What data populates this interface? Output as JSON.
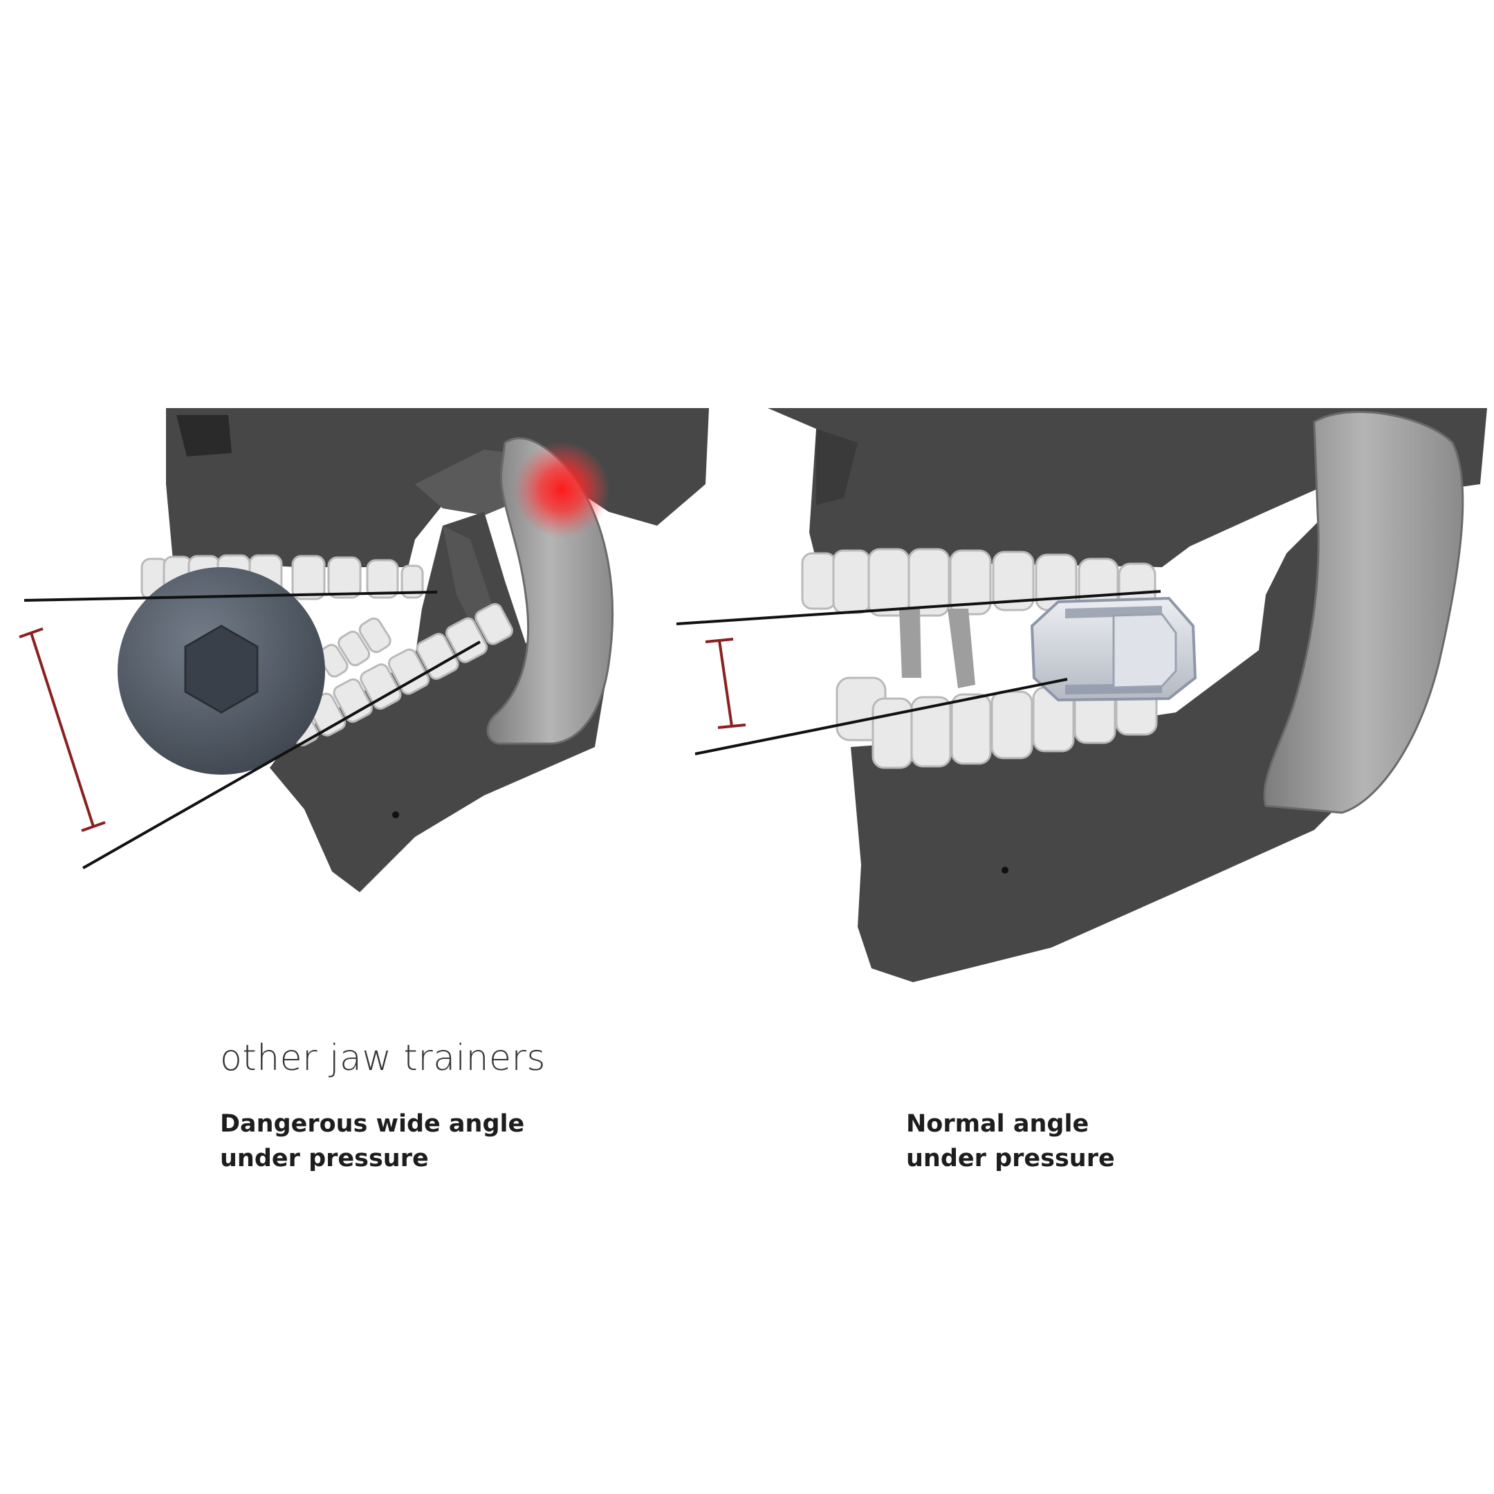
{
  "colors": {
    "bone": "#4a4a4a",
    "bone_light": "#5c5c5c",
    "tooth": "#e9e9e9",
    "tooth_edge": "#b9b9b9",
    "muscle": "#9a9a9a",
    "ball": "#5a6470",
    "trainer": "#c9ccd2",
    "trainer_band": "#8e97a8",
    "pain": "#ff2a2a",
    "measure": "#8a2020",
    "line": "#111111",
    "caption": "#1d1d1d"
  },
  "left_panel": {
    "heading": "other jaw trainers",
    "caption_line1": "Dangerous wide angle",
    "caption_line2": "under pressure"
  },
  "right_panel": {
    "caption_line1": "Normal angle",
    "caption_line2": "under pressure"
  }
}
